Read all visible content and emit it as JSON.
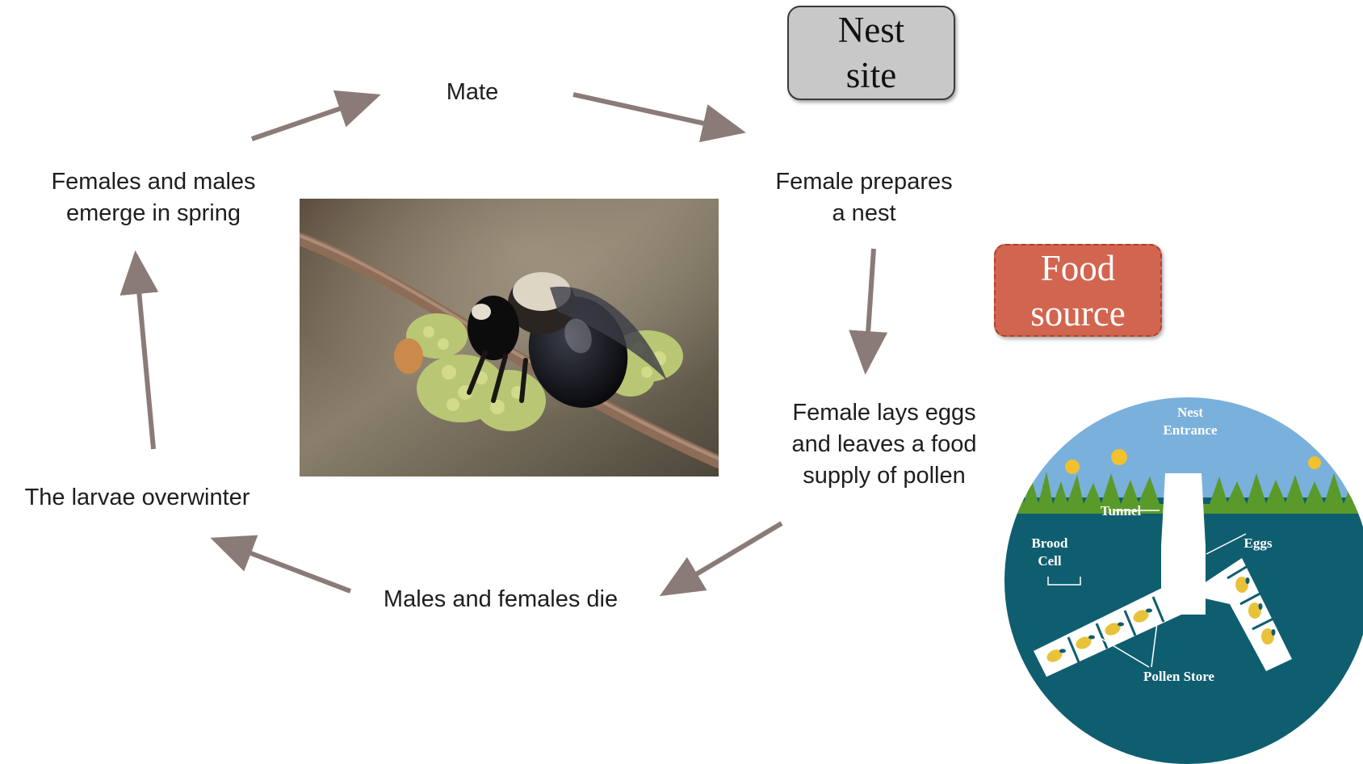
{
  "lifecycle": {
    "mate": "Mate",
    "female_prepares": [
      "Female prepares",
      "a nest"
    ],
    "female_lays": [
      "Female lays eggs",
      "and leaves a food",
      "supply of pollen"
    ],
    "males_females_die": "Males and females die",
    "larvae_overwinter": "The larvae overwinter",
    "emerge": [
      "Females and males",
      "emerge in spring"
    ]
  },
  "boxes": {
    "nest_site": [
      "Nest",
      "site"
    ],
    "food_source": [
      "Food",
      "source"
    ]
  },
  "nest_diagram": {
    "nest_entrance": [
      "Nest",
      "Entrance"
    ],
    "tunnel": "Tunnel",
    "brood_cell": [
      "Brood",
      "Cell"
    ],
    "eggs": "Eggs",
    "pollen_store": "Pollen Store"
  },
  "colors": {
    "arrow": "#8a7b78",
    "nest_box_fill": "#c8c8c8",
    "food_box_fill": "#d2654f",
    "diagram_soil": "#0f5e70",
    "diagram_sky": "#7ab0dc",
    "diagram_grass": "#5a9a2a",
    "pollen": "#e8c33a"
  },
  "icons": {
    "photo": "carpenter-bee-photo",
    "diagram": "ground-nest-cross-section"
  }
}
